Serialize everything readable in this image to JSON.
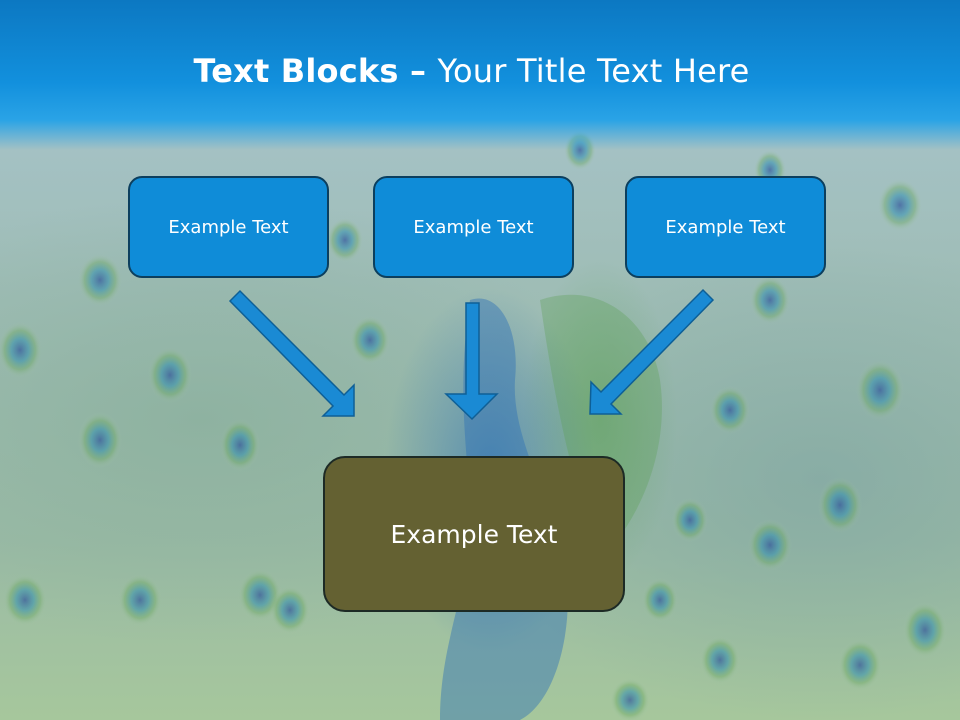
{
  "slide": {
    "title_bold": "Text Blocks",
    "title_dash": " – ",
    "title_rest": "Your Title Text Here",
    "blocks": [
      {
        "label": "Example Text"
      },
      {
        "label": "Example Text"
      },
      {
        "label": "Example Text"
      }
    ],
    "result": {
      "label": "Example Text"
    }
  },
  "colors": {
    "title_band": "#1290dd",
    "block_fill": "#0f8cd8",
    "block_border": "#0c3f5e",
    "result_fill": "#646132",
    "arrow_fill": "#1a8ad4"
  }
}
